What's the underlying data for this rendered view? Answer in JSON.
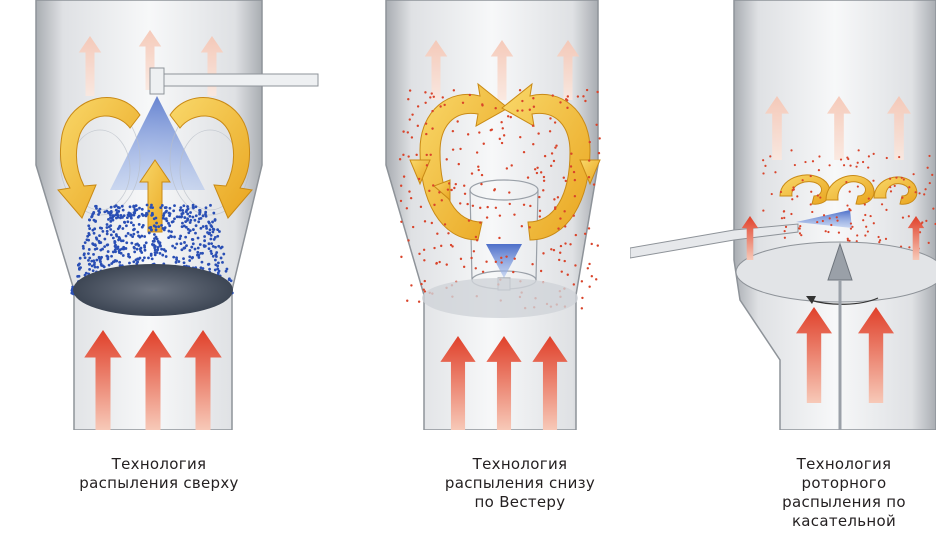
{
  "panels": [
    {
      "id": "top-spray",
      "caption_lines": [
        "Технология",
        "распыления сверху"
      ]
    },
    {
      "id": "wurster",
      "caption_lines": [
        "Технология",
        "распыления снизу",
        "по Вестеру"
      ]
    },
    {
      "id": "rotor-tangential",
      "caption_lines": [
        "Технология",
        "роторного",
        "распыления по",
        "касательной"
      ]
    }
  ],
  "colors": {
    "air_arrow": "#e8553a",
    "air_arrow_faint": "#f6c6b4",
    "flow_arrow": "#f2b632",
    "spray": "#6b8fd8",
    "particles_blue": "#2a4fb5",
    "particles_red": "#d9442b",
    "steel": "#c9ccd0"
  }
}
